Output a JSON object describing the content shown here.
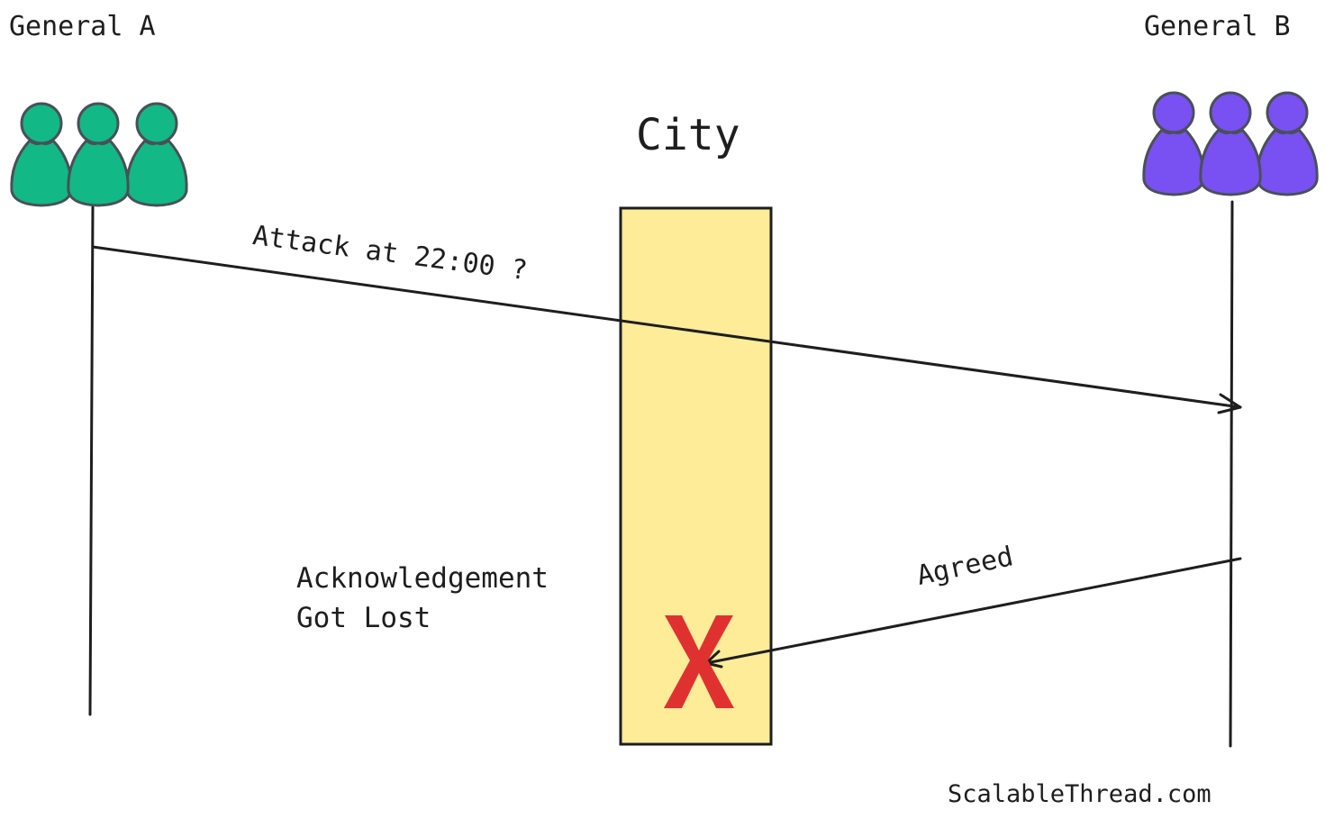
{
  "diagram": {
    "title": "City",
    "participants": [
      {
        "name": "General A",
        "color": "#12b886",
        "outline": "#495057"
      },
      {
        "name": "General B",
        "color": "#7950f2",
        "outline": "#495057"
      }
    ],
    "city": {
      "label": "City",
      "fill": "#ffec99",
      "stroke": "#1e1e1e"
    },
    "messages": [
      {
        "from": "General A",
        "to": "General B",
        "label": "Attack at 22:00 ?",
        "delivered": true
      },
      {
        "from": "General B",
        "to": "General A",
        "label": "Agreed",
        "delivered": false
      }
    ],
    "lost_marker": {
      "glyph": "X",
      "color": "#e03131"
    },
    "annotation": {
      "line1": "Acknowledgement",
      "line2": "Got Lost"
    },
    "credit": "ScalableThread.com"
  }
}
